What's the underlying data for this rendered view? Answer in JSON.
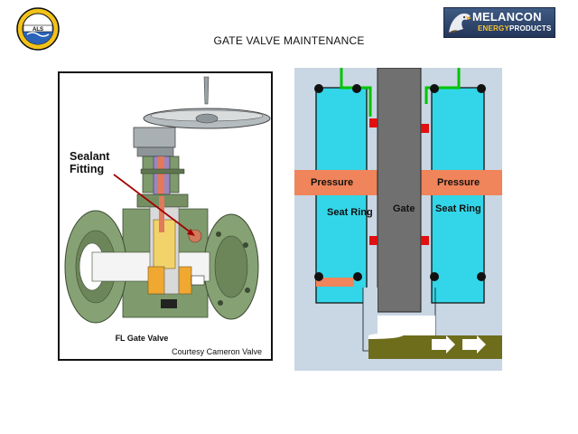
{
  "title": "GATE VALVE MAINTENANCE",
  "logo_left": {
    "letters": "ALS"
  },
  "brand": {
    "name": "MELANCON",
    "sub_a": "ENERGY",
    "sub_b": "PRODUCTS",
    "colors": {
      "background": "#2f4670",
      "name": "#ffffff",
      "sub_a": "#f7c531",
      "sub_b": "#ffffff"
    }
  },
  "left_figure": {
    "callout": "Sealant\nFitting",
    "caption": "FL Gate Valve",
    "credit": "Courtesy Cameron Valve",
    "colors": {
      "body": "#7f9a6c",
      "seal_tube": "#e07a5a",
      "gate_yellow": "#f2d26b",
      "arrow": "#a00000"
    }
  },
  "right_figure": {
    "labels": {
      "pressure_left": "Pressure",
      "pressure_right": "Pressure",
      "seat_left": "Seat Ring",
      "seat_right": "Seat Ring",
      "gate": "Gate"
    },
    "colors": {
      "body": "#c9d6e4",
      "seat_ring": "#33d6e8",
      "pressure": "#f0845a",
      "gate": "#707070",
      "grease_line": "#00c400",
      "seal": "#e01010",
      "flow": "#6d6d1c",
      "o_ring": "#111111"
    }
  }
}
